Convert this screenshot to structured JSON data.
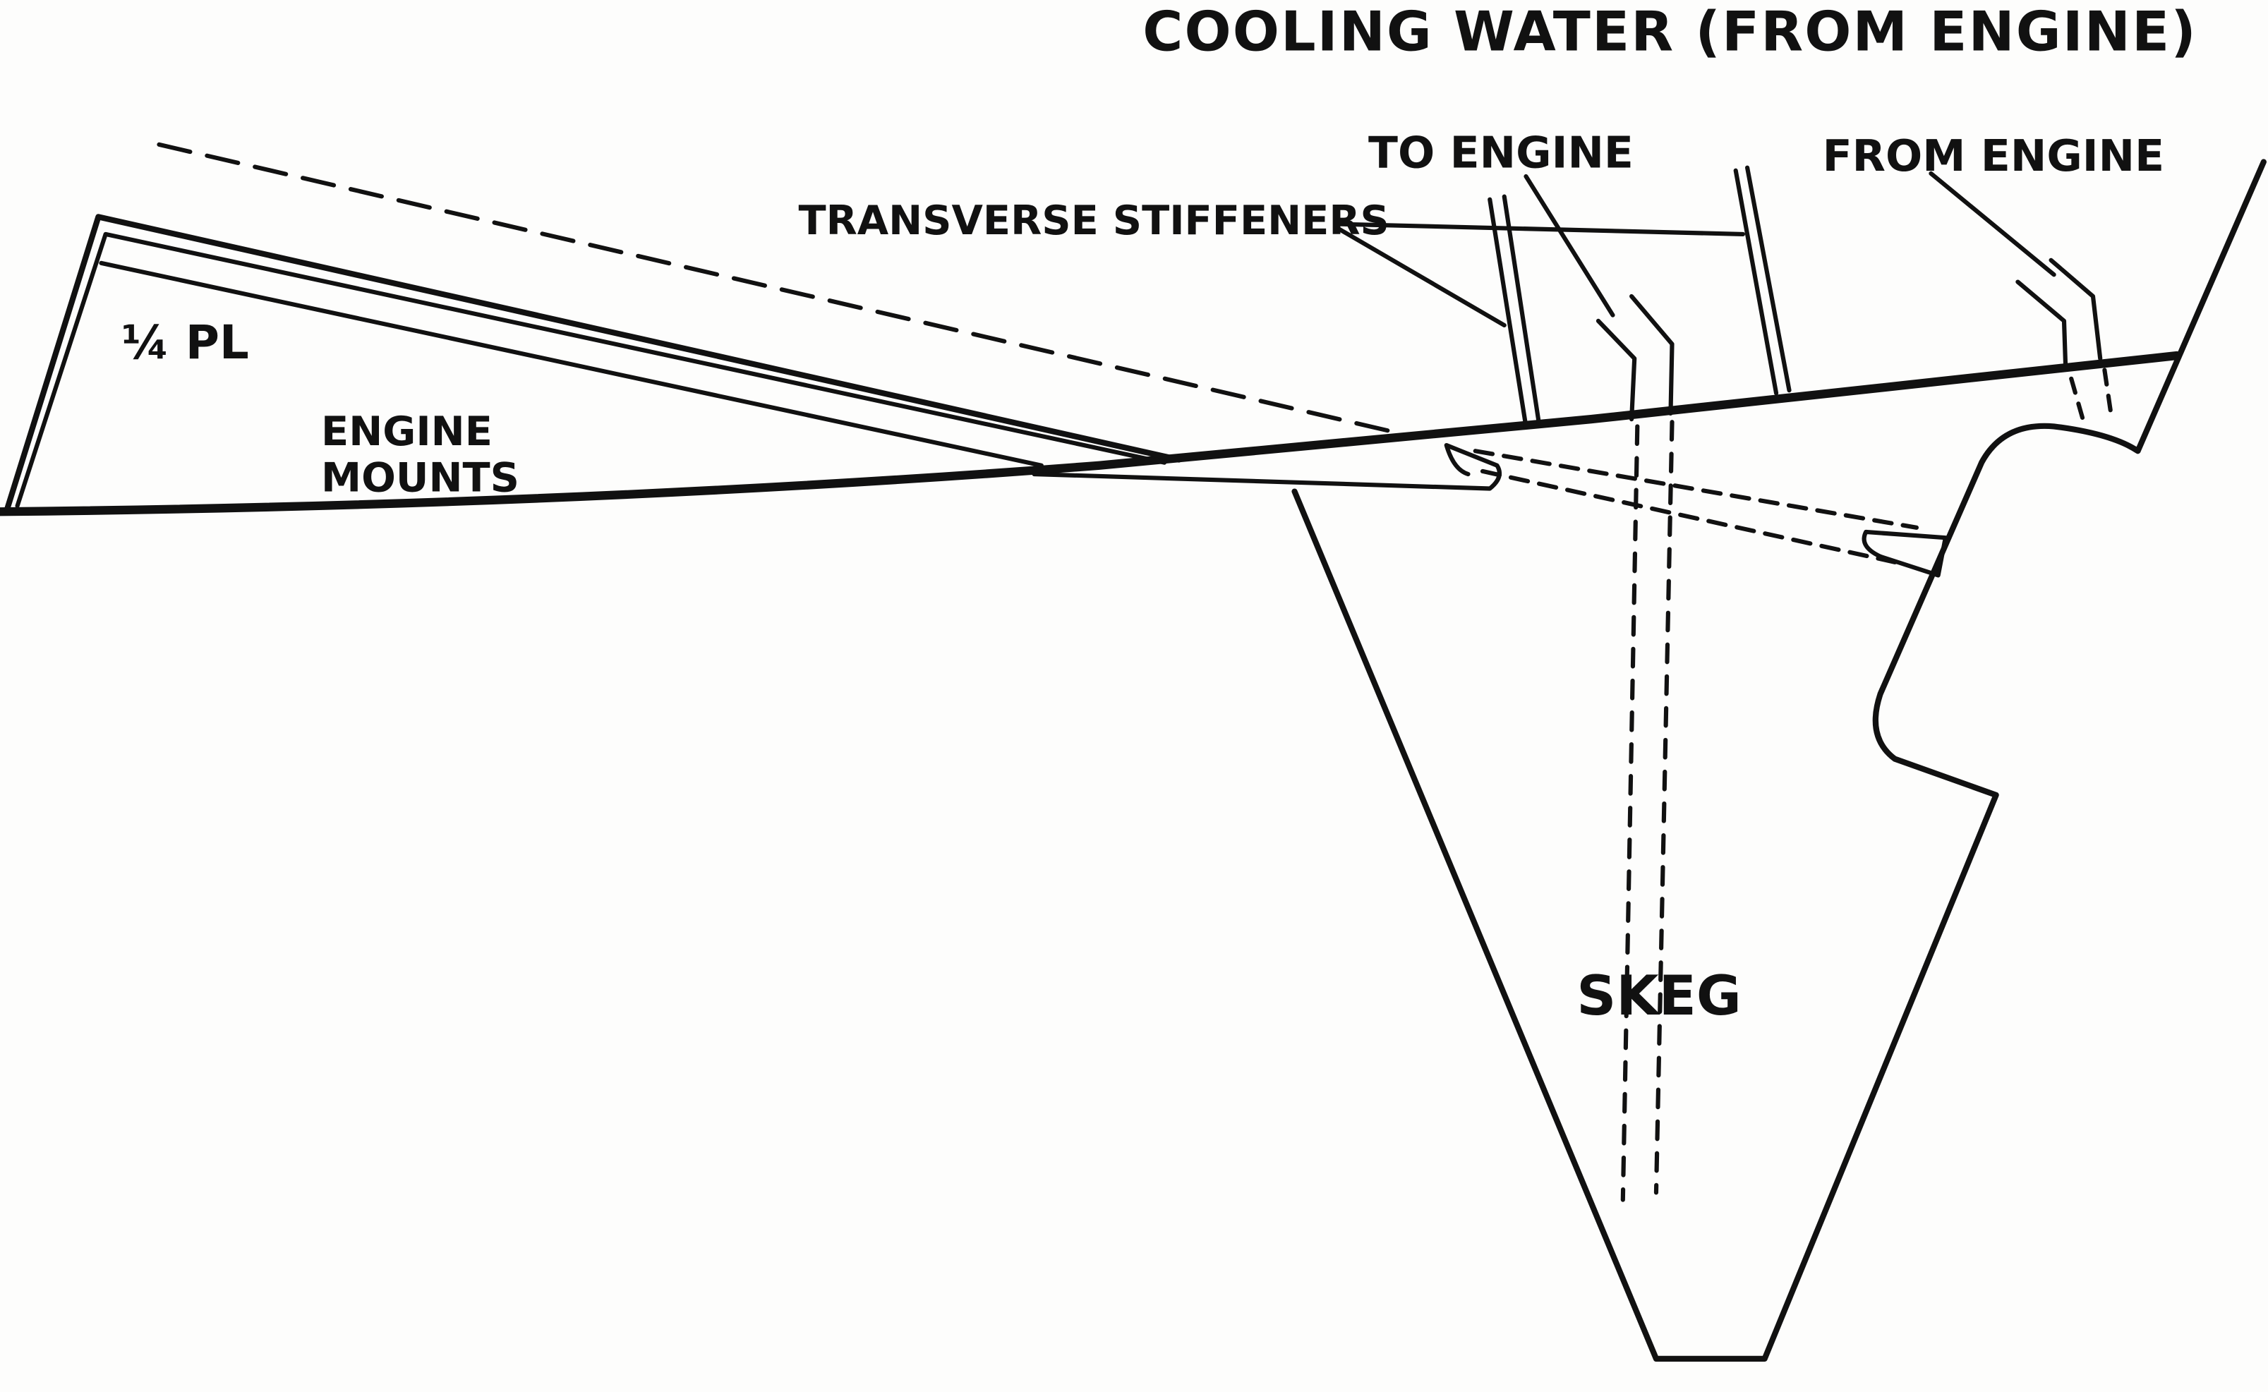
{
  "diagram": {
    "title": "COOLING WATER (FROM ENGINE)",
    "labels": {
      "to_engine": "TO ENGINE",
      "from_engine": "FROM ENGINE",
      "transverse_stiffeners": "TRANSVERSE STIFFENERS",
      "plate": "¼ PL",
      "engine_mounts_line1": "ENGINE",
      "engine_mounts_line2": "MOUNTS",
      "skeg": "SKEG"
    }
  },
  "colors": {
    "ink": "#111111",
    "paper": "#fdfdfc"
  }
}
